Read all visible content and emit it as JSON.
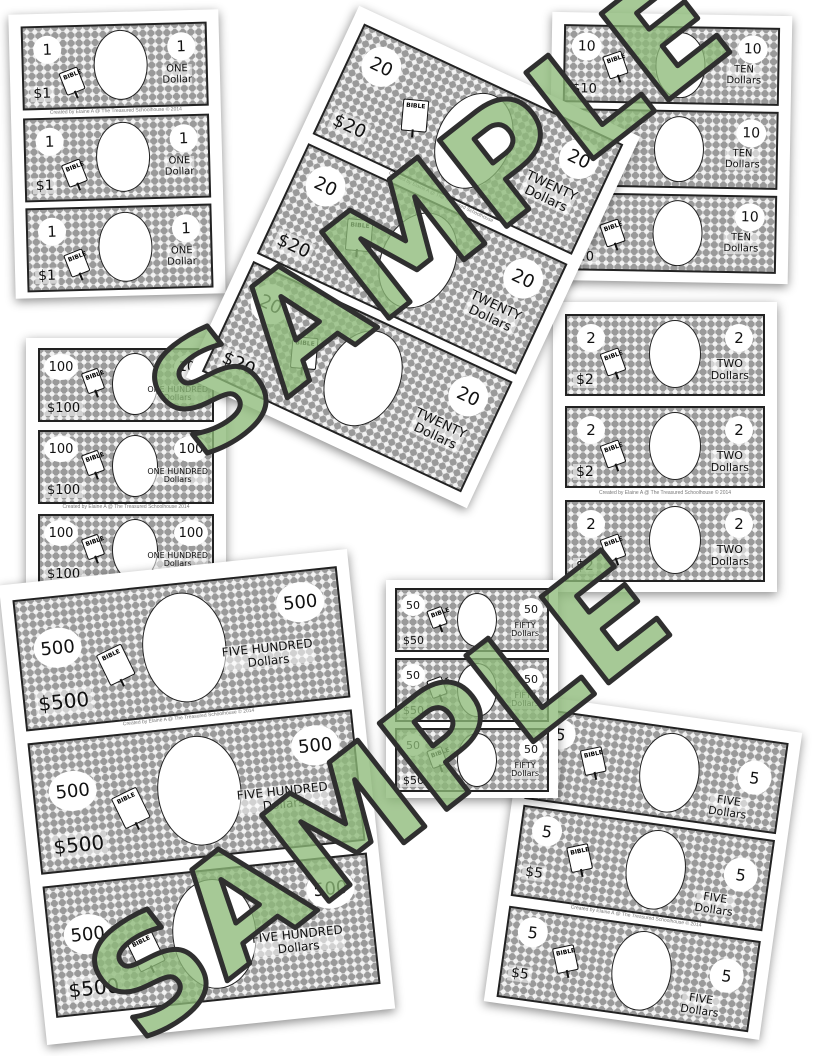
{
  "credit_1": "Created by Elaine A @ The Treasured Schoolhouse © 2014",
  "credit_20": "Created by Elaine A @ The Treasured Schoolhouse",
  "credit_2": "Created by Elaine A @ The Treasured Schoolhouse © 2014",
  "credit_100": "Created by Elaine A @ The Treasured Schoolhouse 2014",
  "credit_500": "Created by Elaine A @ The Treasured Schoolhouse © 2014",
  "credit_5": "Created by Elaine A @ The Treasured Schoolhouse © 2014",
  "bible_label": "BIBLE",
  "brand": "SCHOOLHOUSE",
  "watermark": "SAMPLE",
  "colors": {
    "watermark_fill": "#8dba78",
    "watermark_stroke": "#2f2f2f",
    "bill_bg": "#d9d9d9"
  },
  "bills": {
    "one": {
      "num": "1",
      "cur": "$1",
      "word1": "ONE",
      "word2": "Dollar"
    },
    "ten": {
      "num": "10",
      "cur": "$10",
      "word1": "TEN",
      "word2": "Dollars"
    },
    "twenty": {
      "num": "20",
      "cur": "$20",
      "word1": "TWENTY",
      "word2": "Dollars"
    },
    "two": {
      "num": "2",
      "cur": "$2",
      "word1": "TWO",
      "word2": "Dollars"
    },
    "hundred": {
      "num": "100",
      "cur": "$100",
      "word1": "ONE HUNDRED",
      "word2": "Dollars"
    },
    "fifty": {
      "num": "50",
      "cur": "$50",
      "word1": "FIFTY",
      "word2": "Dollars"
    },
    "five_hundred": {
      "num": "500",
      "cur": "$500",
      "word1": "FIVE HUNDRED",
      "word2": "Dollars"
    },
    "five": {
      "num": "5",
      "cur": "$5",
      "word1": "FIVE",
      "word2": "Dollars"
    }
  }
}
